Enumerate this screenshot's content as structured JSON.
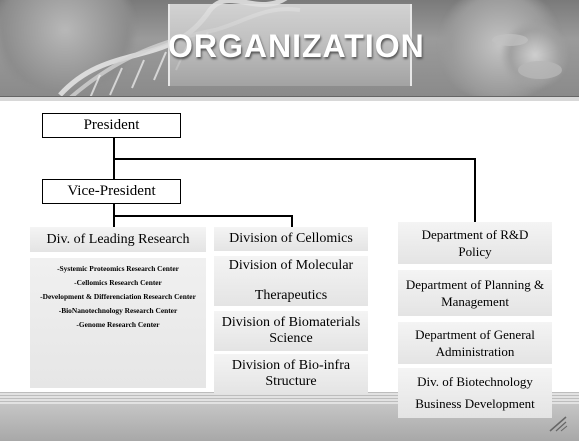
{
  "slide": {
    "title": "ORGANIZATION"
  },
  "org": {
    "president": "President",
    "vice_president": "Vice-President",
    "div_leading_research": {
      "label": "Div. of Leading Research",
      "items": [
        "-Systemic Proteomics Research Center",
        "-Cellomics Research Center",
        "-Development & Differenciation Research Center",
        "-BioNanotechnology Research Center",
        "-Genome Research Center"
      ]
    },
    "middle_column": [
      "Division of Cellomics",
      "Division of Molecular Therapeutics",
      "Division of Biomaterials Science",
      "Division of Bio-infra Structure"
    ],
    "right_column": [
      "Department of R&D Policy",
      "Department of Planning & Management",
      "Department of General Administration",
      "Div. of Biotechnology Business Development"
    ]
  }
}
